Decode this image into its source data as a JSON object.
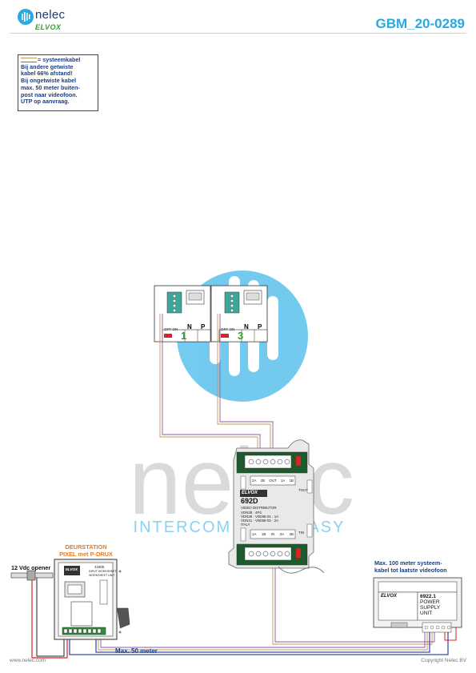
{
  "header": {
    "logo_name": "nelec",
    "logo_brand": "ELVOX",
    "doc_code": "GBM_20-0289"
  },
  "note": {
    "legend_label": "= systeemkabel",
    "lines": [
      "Bij andere getwiste",
      "kabel 66% afstand!",
      "Bij ongetwiste kabel",
      "max. 50 meter buiten-",
      "post naar videofoon.",
      "UTP op aanvraag."
    ]
  },
  "watermark": {
    "word": "nelec",
    "tagline": "INTERCOM MADE EASY"
  },
  "monitors": [
    {
      "number": "1",
      "switch_label": "OFF ON",
      "n_label": "N",
      "p_label": "P"
    },
    {
      "number": "3",
      "switch_label": "OFF ON",
      "n_label": "N",
      "p_label": "P"
    }
  ],
  "distributor": {
    "brand": "ELVOX",
    "model": "692D",
    "subtitle": "VIDEO DISTRIBUTOR",
    "terminals_top": [
      "2A",
      "2B",
      "OUT",
      "1A",
      "1B"
    ],
    "terminals_bottom": [
      "1A",
      "1B",
      "IN",
      "2A",
      "2B"
    ],
    "tout_label": "TOUT",
    "tin_label": "TIN",
    "specs": [
      "VDN38 · 4P4",
      "VDN39 · V0D58-01 · 1A",
      "VDN41 · V0D58-02 · 2A",
      "ITALY"
    ]
  },
  "door_station": {
    "title_line1": "DEURSTATION",
    "title_line2": "PIXEL met P-DRUX",
    "brand": "ELVOX",
    "model": "41805",
    "model_desc": [
      "INPUT WORKSHEET",
      "WORKSHEET UNIT"
    ]
  },
  "opener": {
    "label": "12 Vdc opener"
  },
  "power_supply": {
    "note_line1": "Max. 100 meter systeem-",
    "note_line2": "kabel tot laatste videofoon",
    "brand": "ELVOX",
    "model": "6922.1",
    "name_lines": [
      "POWER",
      "SUPPLY",
      "UNIT"
    ]
  },
  "distance_label": "Max. 50 meter",
  "footer": {
    "left": "www.nelec.com",
    "right": "Copyright Nelec BV"
  },
  "colors": {
    "accent": "#2aa8e0",
    "note_text": "#1b3f86",
    "door_title": "#e87a1b",
    "cable_tan": "#c8964f",
    "cable_purple": "#8a5aa6",
    "cable_blue": "#3b4fa8",
    "cable_red": "#d22"
  }
}
